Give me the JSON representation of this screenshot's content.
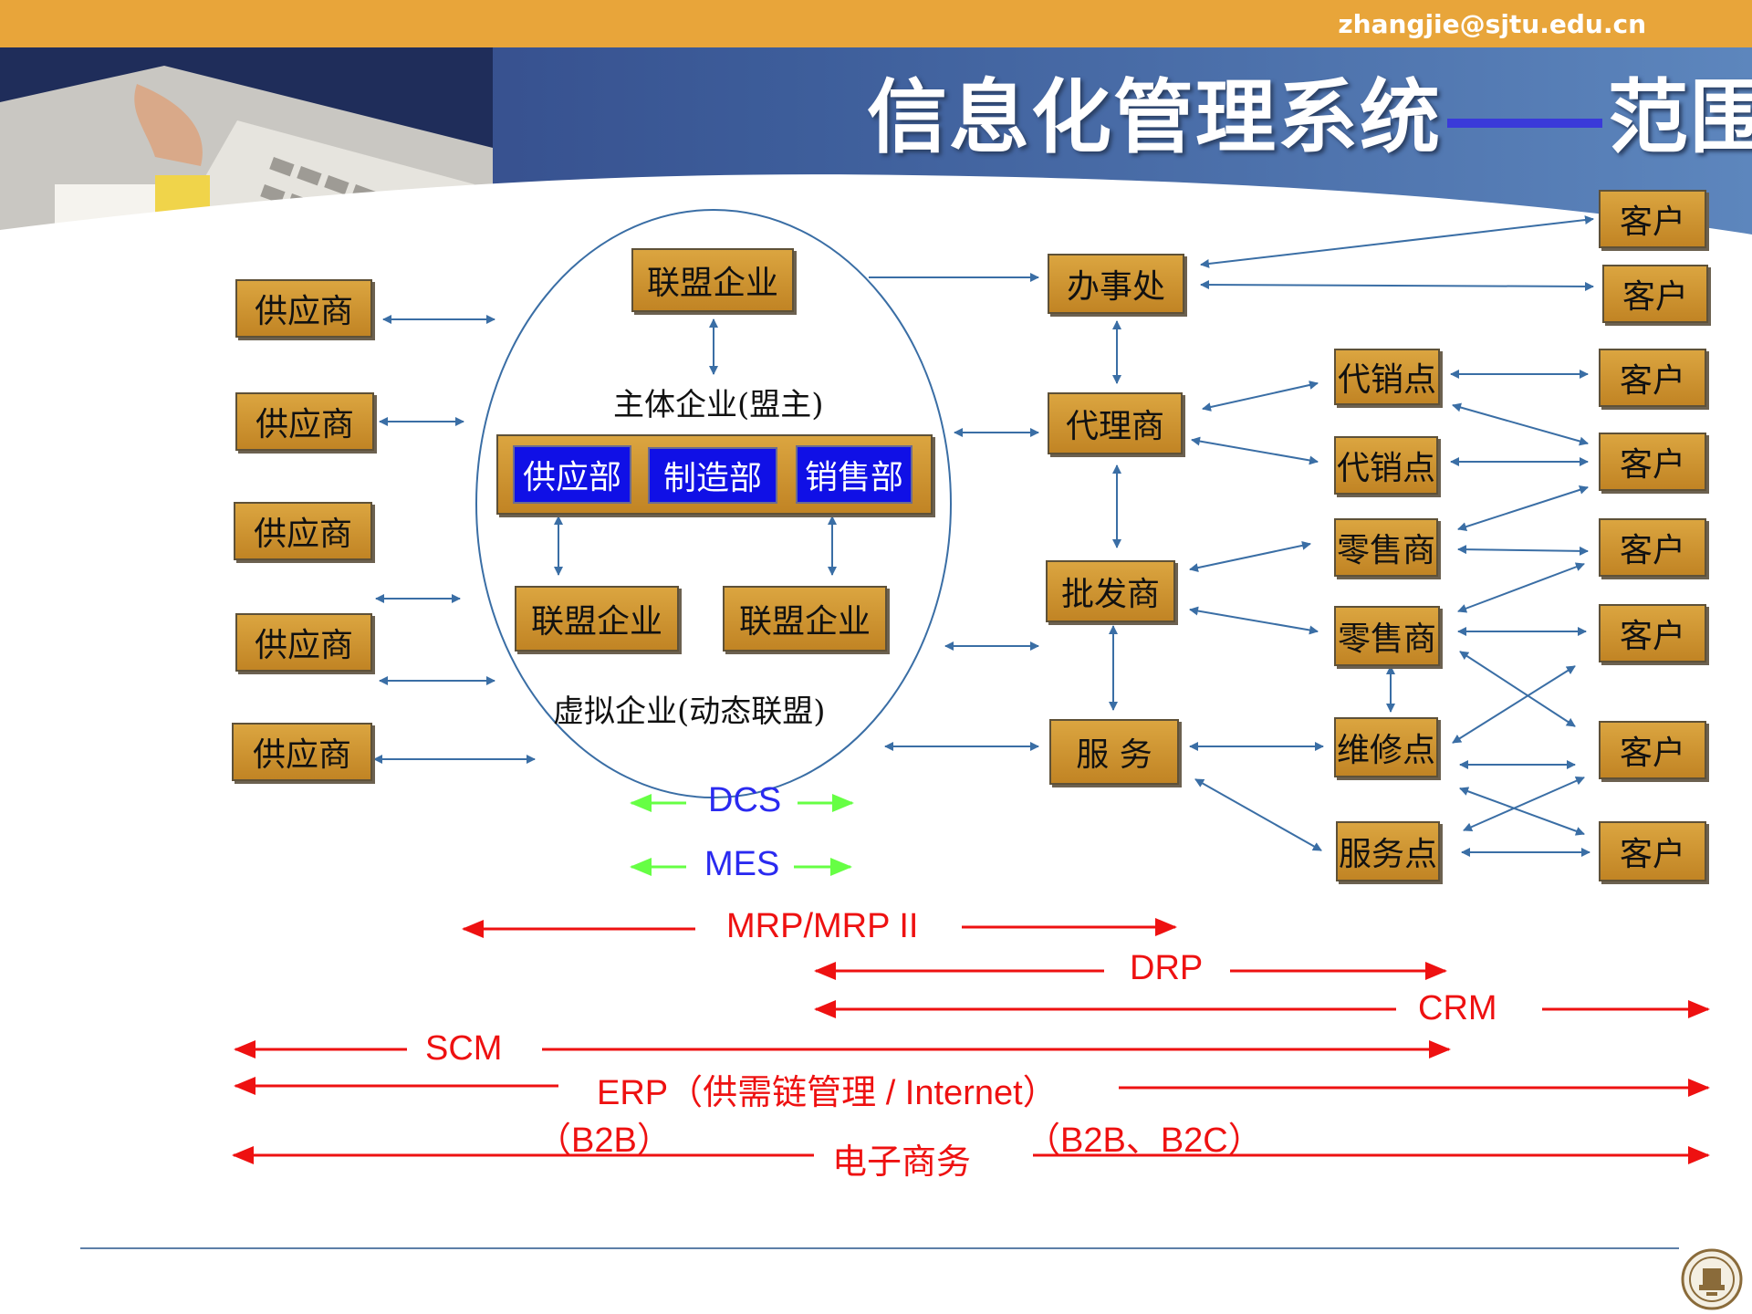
{
  "header": {
    "email": "zhangjie@sjtu.edu.cn",
    "title_left": "信息化管理系统",
    "title_right": "范围"
  },
  "enterprise": {
    "top_alliance": "联盟企业",
    "core_label": "主体企业(盟主)",
    "departments": [
      "供应部",
      "制造部",
      "销售部"
    ],
    "bottom_alliance_left": "联盟企业",
    "bottom_alliance_right": "联盟企业",
    "virtual_label": "虚拟企业(动态联盟)"
  },
  "suppliers": [
    "供应商",
    "供应商",
    "供应商",
    "供应商",
    "供应商"
  ],
  "distribution": {
    "office": "办事处",
    "agent": "代理商",
    "wholesaler": "批发商",
    "service": "服 务"
  },
  "outlets": {
    "consign_1": "代销点",
    "consign_2": "代销点",
    "retailer_1": "零售商",
    "retailer_2": "零售商",
    "repair": "维修点",
    "service_point": "服务点"
  },
  "customers": [
    "客户",
    "客户",
    "客户",
    "客户",
    "客户",
    "客户",
    "客户",
    "客户"
  ],
  "systems": {
    "dcs": "DCS",
    "mes": "MES",
    "mrp": "MRP/MRP II",
    "drp": "DRP",
    "crm": "CRM",
    "scm": "SCM",
    "erp": "ERP（供需链管理 / Internet）",
    "b2b": "（B2B）",
    "b2b_b2c": "（B2B、B2C）",
    "ecommerce": "电子商务"
  },
  "colors": {
    "header_bar": "#e8a53a",
    "box_fill": "#c98c2c",
    "dept_fill": "#1010e6",
    "connector": "#3a6ea5",
    "system_range": "#ee1111",
    "mes_arrow": "#66ff44",
    "mes_text": "#2a2af0"
  }
}
